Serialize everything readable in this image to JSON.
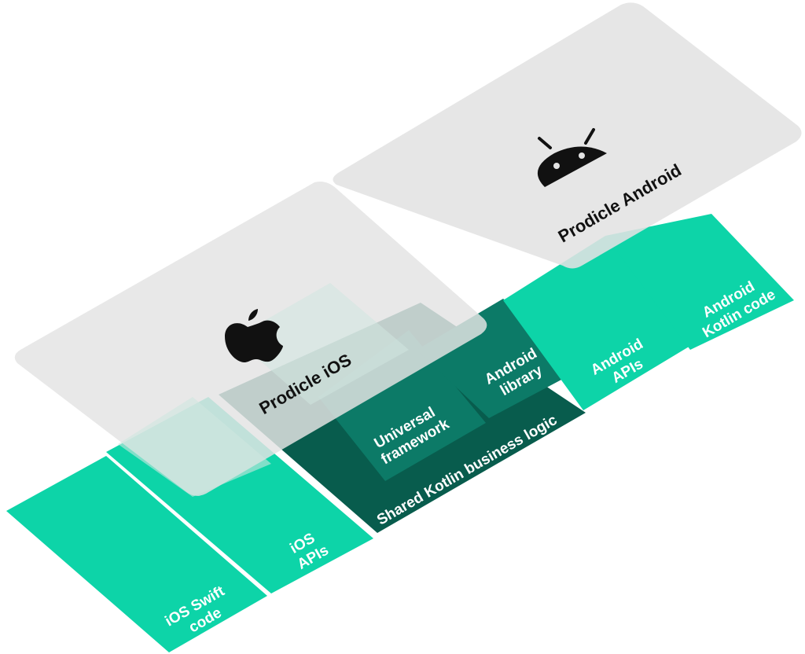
{
  "ios_swift_code": {
    "line1": "iOS Swift",
    "line2": "code"
  },
  "ios_apis": {
    "line1": "iOS",
    "line2": "APIs"
  },
  "shared_logic": {
    "label": "Shared Kotlin business logic"
  },
  "universal_framework": {
    "line1": "Universal",
    "line2": "framework"
  },
  "android_library": {
    "line1": "Android",
    "line2": "library"
  },
  "android_apis": {
    "line1": "Android",
    "line2": "APIs"
  },
  "android_kotlin_code": {
    "line1": "Android",
    "line2": "Kotlin code"
  },
  "ios_app": {
    "label": "Prodicle iOS",
    "icon": "apple-logo-icon"
  },
  "android_app": {
    "label": "Prodicle Android",
    "icon": "android-logo-icon"
  },
  "colors": {
    "native_block": "#0dd4a8",
    "shared_block": "#085c4d",
    "module_block": "#0c7a67",
    "app_layer": "#e3e3e3",
    "overlay": "#cfe6e0",
    "label_light": "#ffffff",
    "label_dark": "#111111"
  }
}
